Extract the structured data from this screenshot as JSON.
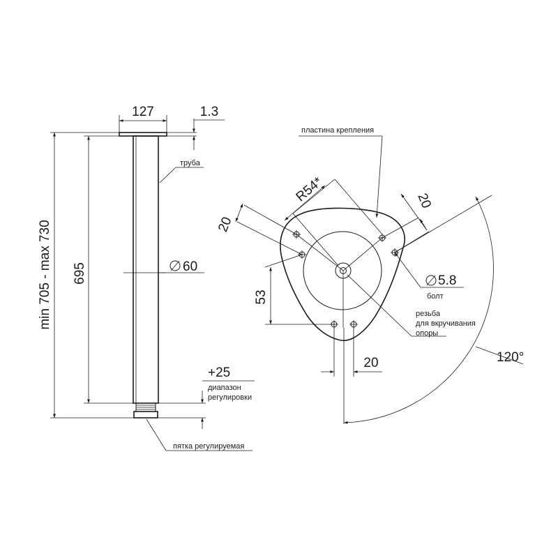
{
  "leg_view": {
    "width_plate": "127",
    "plate_thickness": "1.3",
    "tube_label": "труба",
    "diameter_label": "60",
    "length_label": "695",
    "total_height_label": "min 705 - max 730",
    "adjust_value": "+25",
    "adjust_label_line1": "диапазон",
    "adjust_label_line2": "регулировки",
    "foot_label": "пятка регулируемая"
  },
  "plate_view": {
    "plate_label": "пластина крепления",
    "radius_label": "R54*",
    "dim_left_20": "20",
    "dim_right_20": "20",
    "dim_53": "53",
    "dim_bottom_20": "20",
    "hole_label": "5.8",
    "hole_note": "болт",
    "thread_line1": "резьба",
    "thread_line2": "для вкручивания",
    "thread_line3": "опоры",
    "angle_label": "120°"
  }
}
